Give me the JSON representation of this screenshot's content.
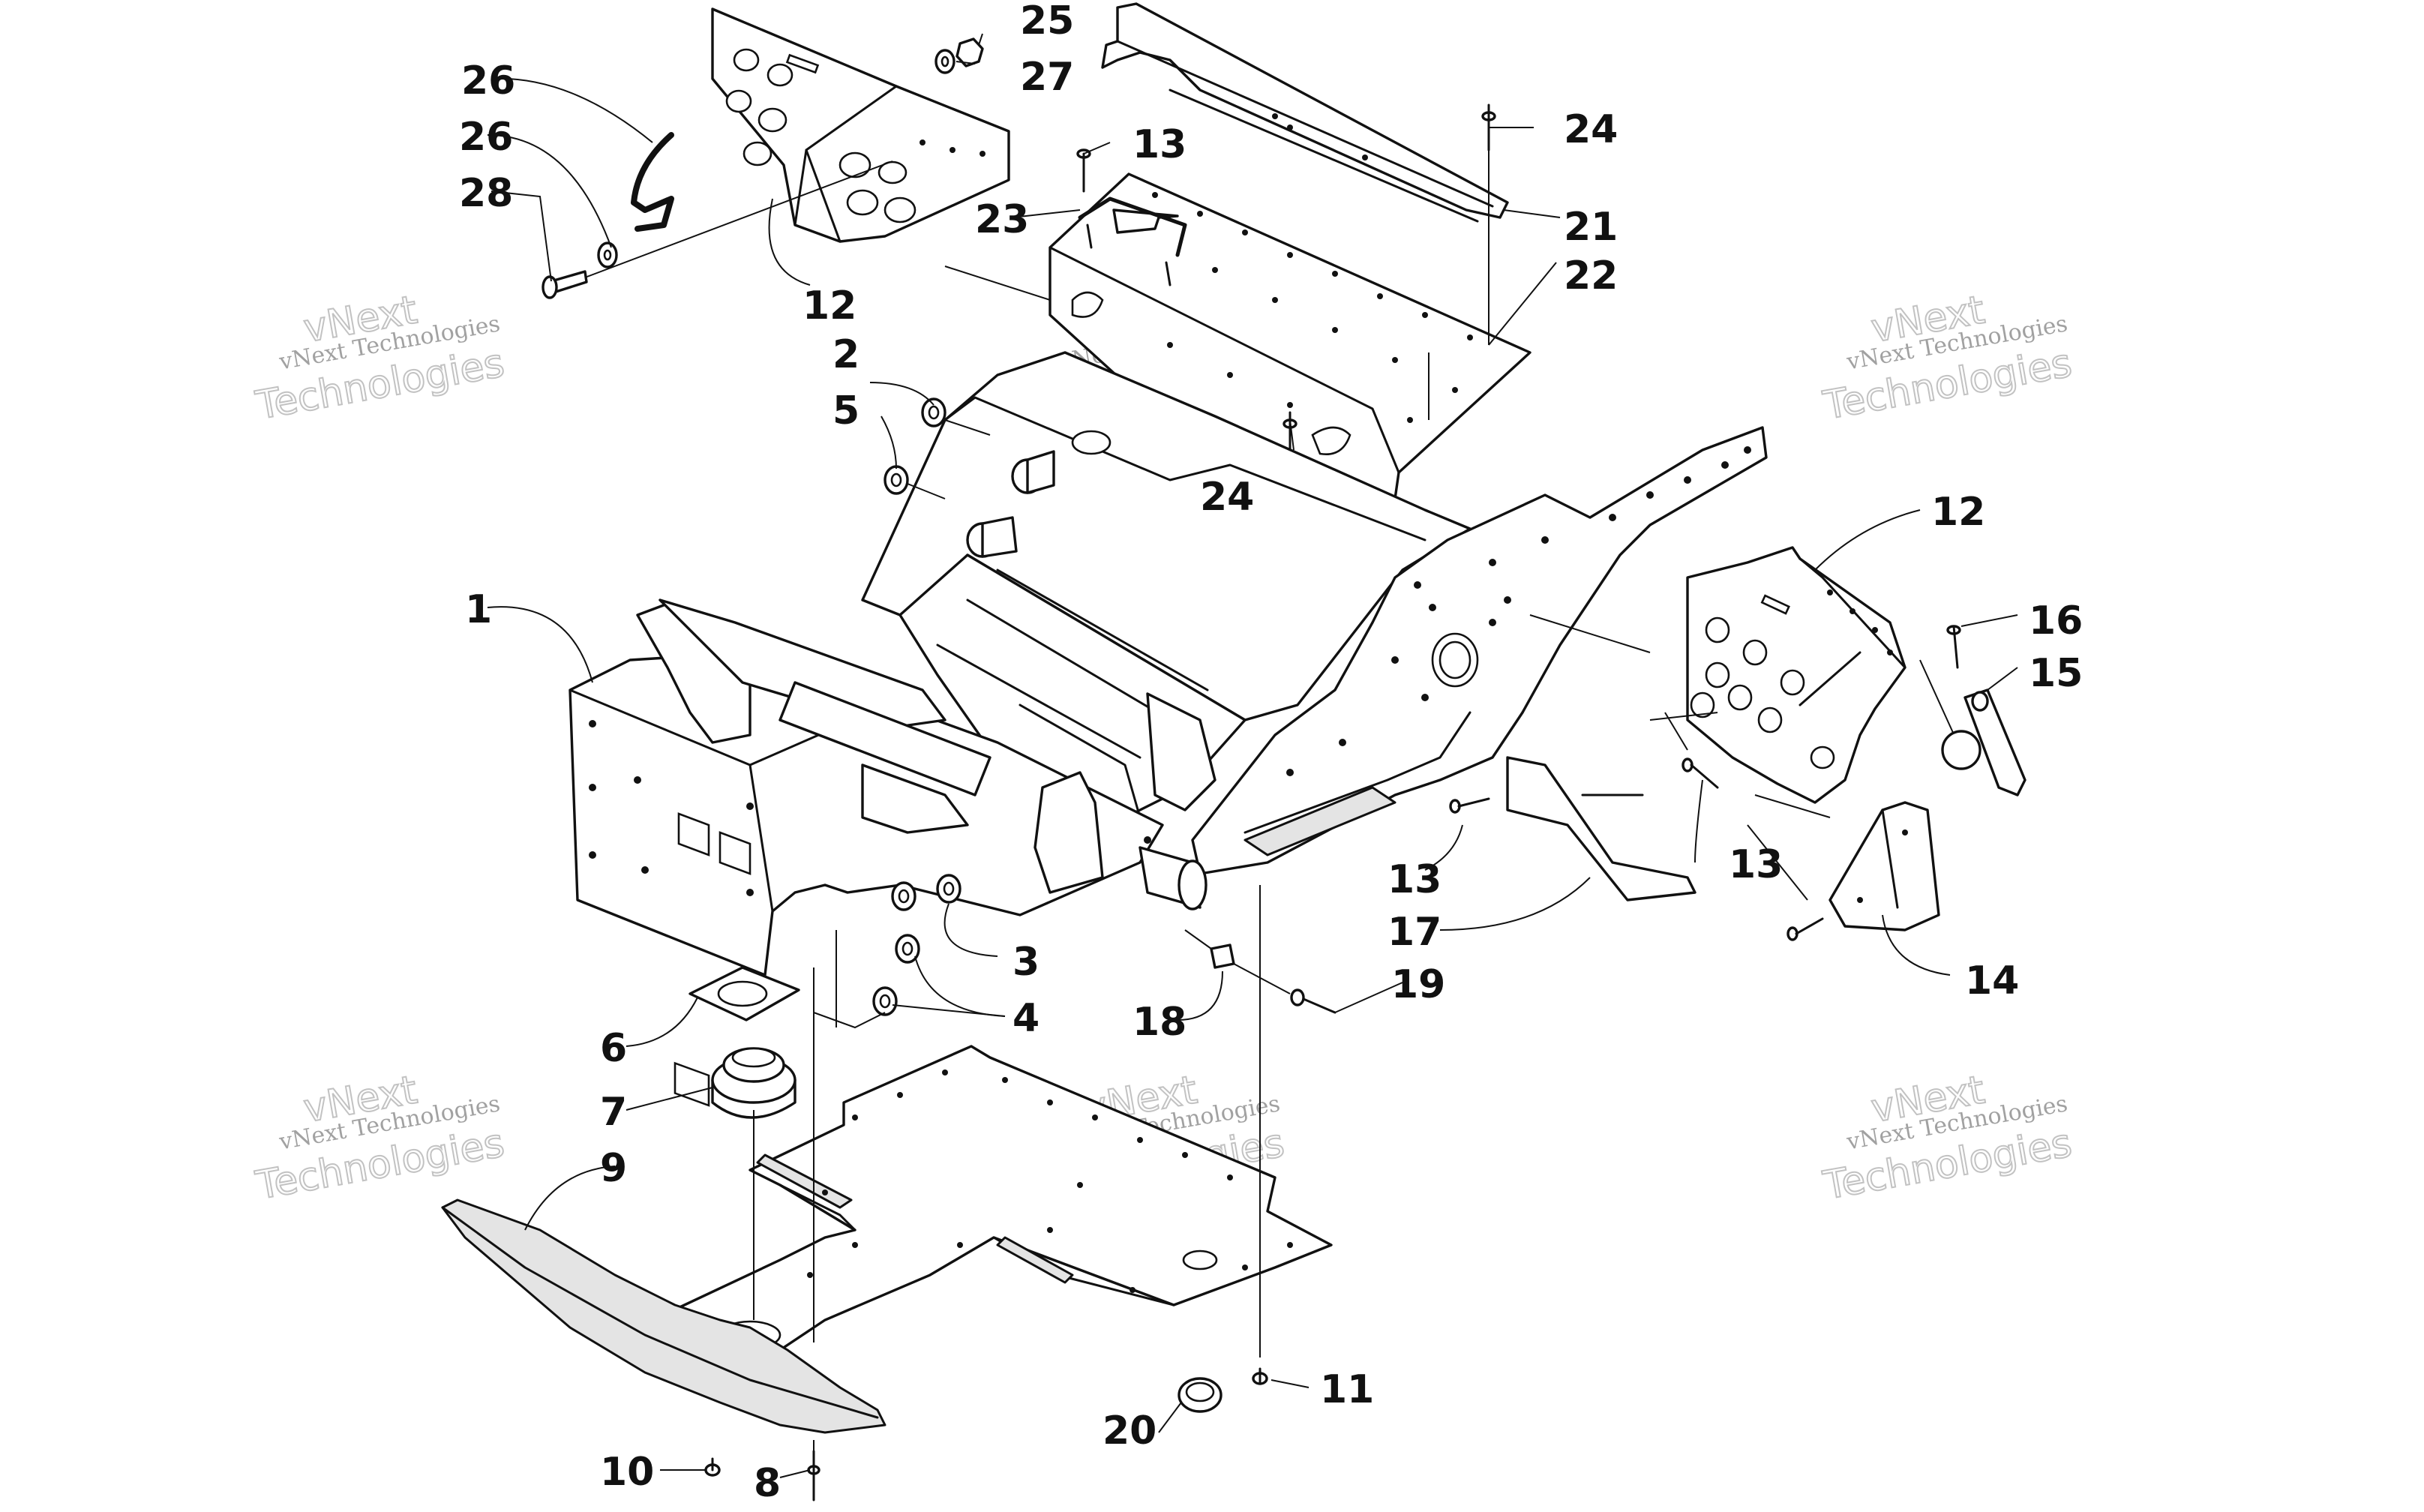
{
  "diagram": {
    "callouts": [
      {
        "id": "c1",
        "label": "1"
      },
      {
        "id": "c2",
        "label": "2"
      },
      {
        "id": "c3",
        "label": "3"
      },
      {
        "id": "c4",
        "label": "4"
      },
      {
        "id": "c5",
        "label": "5"
      },
      {
        "id": "c6",
        "label": "6"
      },
      {
        "id": "c7",
        "label": "7"
      },
      {
        "id": "c8",
        "label": "8"
      },
      {
        "id": "c9",
        "label": "9"
      },
      {
        "id": "c10",
        "label": "10"
      },
      {
        "id": "c11",
        "label": "11"
      },
      {
        "id": "c12a",
        "label": "12"
      },
      {
        "id": "c12b",
        "label": "12"
      },
      {
        "id": "c13a",
        "label": "13"
      },
      {
        "id": "c13b",
        "label": "13"
      },
      {
        "id": "c13c",
        "label": "13"
      },
      {
        "id": "c14",
        "label": "14"
      },
      {
        "id": "c15",
        "label": "15"
      },
      {
        "id": "c16",
        "label": "16"
      },
      {
        "id": "c17",
        "label": "17"
      },
      {
        "id": "c18",
        "label": "18"
      },
      {
        "id": "c19",
        "label": "19"
      },
      {
        "id": "c20",
        "label": "20"
      },
      {
        "id": "c21",
        "label": "21"
      },
      {
        "id": "c22",
        "label": "22"
      },
      {
        "id": "c23",
        "label": "23"
      },
      {
        "id": "c24a",
        "label": "24"
      },
      {
        "id": "c24b",
        "label": "24"
      },
      {
        "id": "c25",
        "label": "25"
      },
      {
        "id": "c26a",
        "label": "26"
      },
      {
        "id": "c26b",
        "label": "26"
      },
      {
        "id": "c27",
        "label": "27"
      },
      {
        "id": "c28",
        "label": "28"
      }
    ],
    "watermark": {
      "line1": "vNext Technologies",
      "line2": "vNext",
      "line3": "Technologies"
    }
  }
}
